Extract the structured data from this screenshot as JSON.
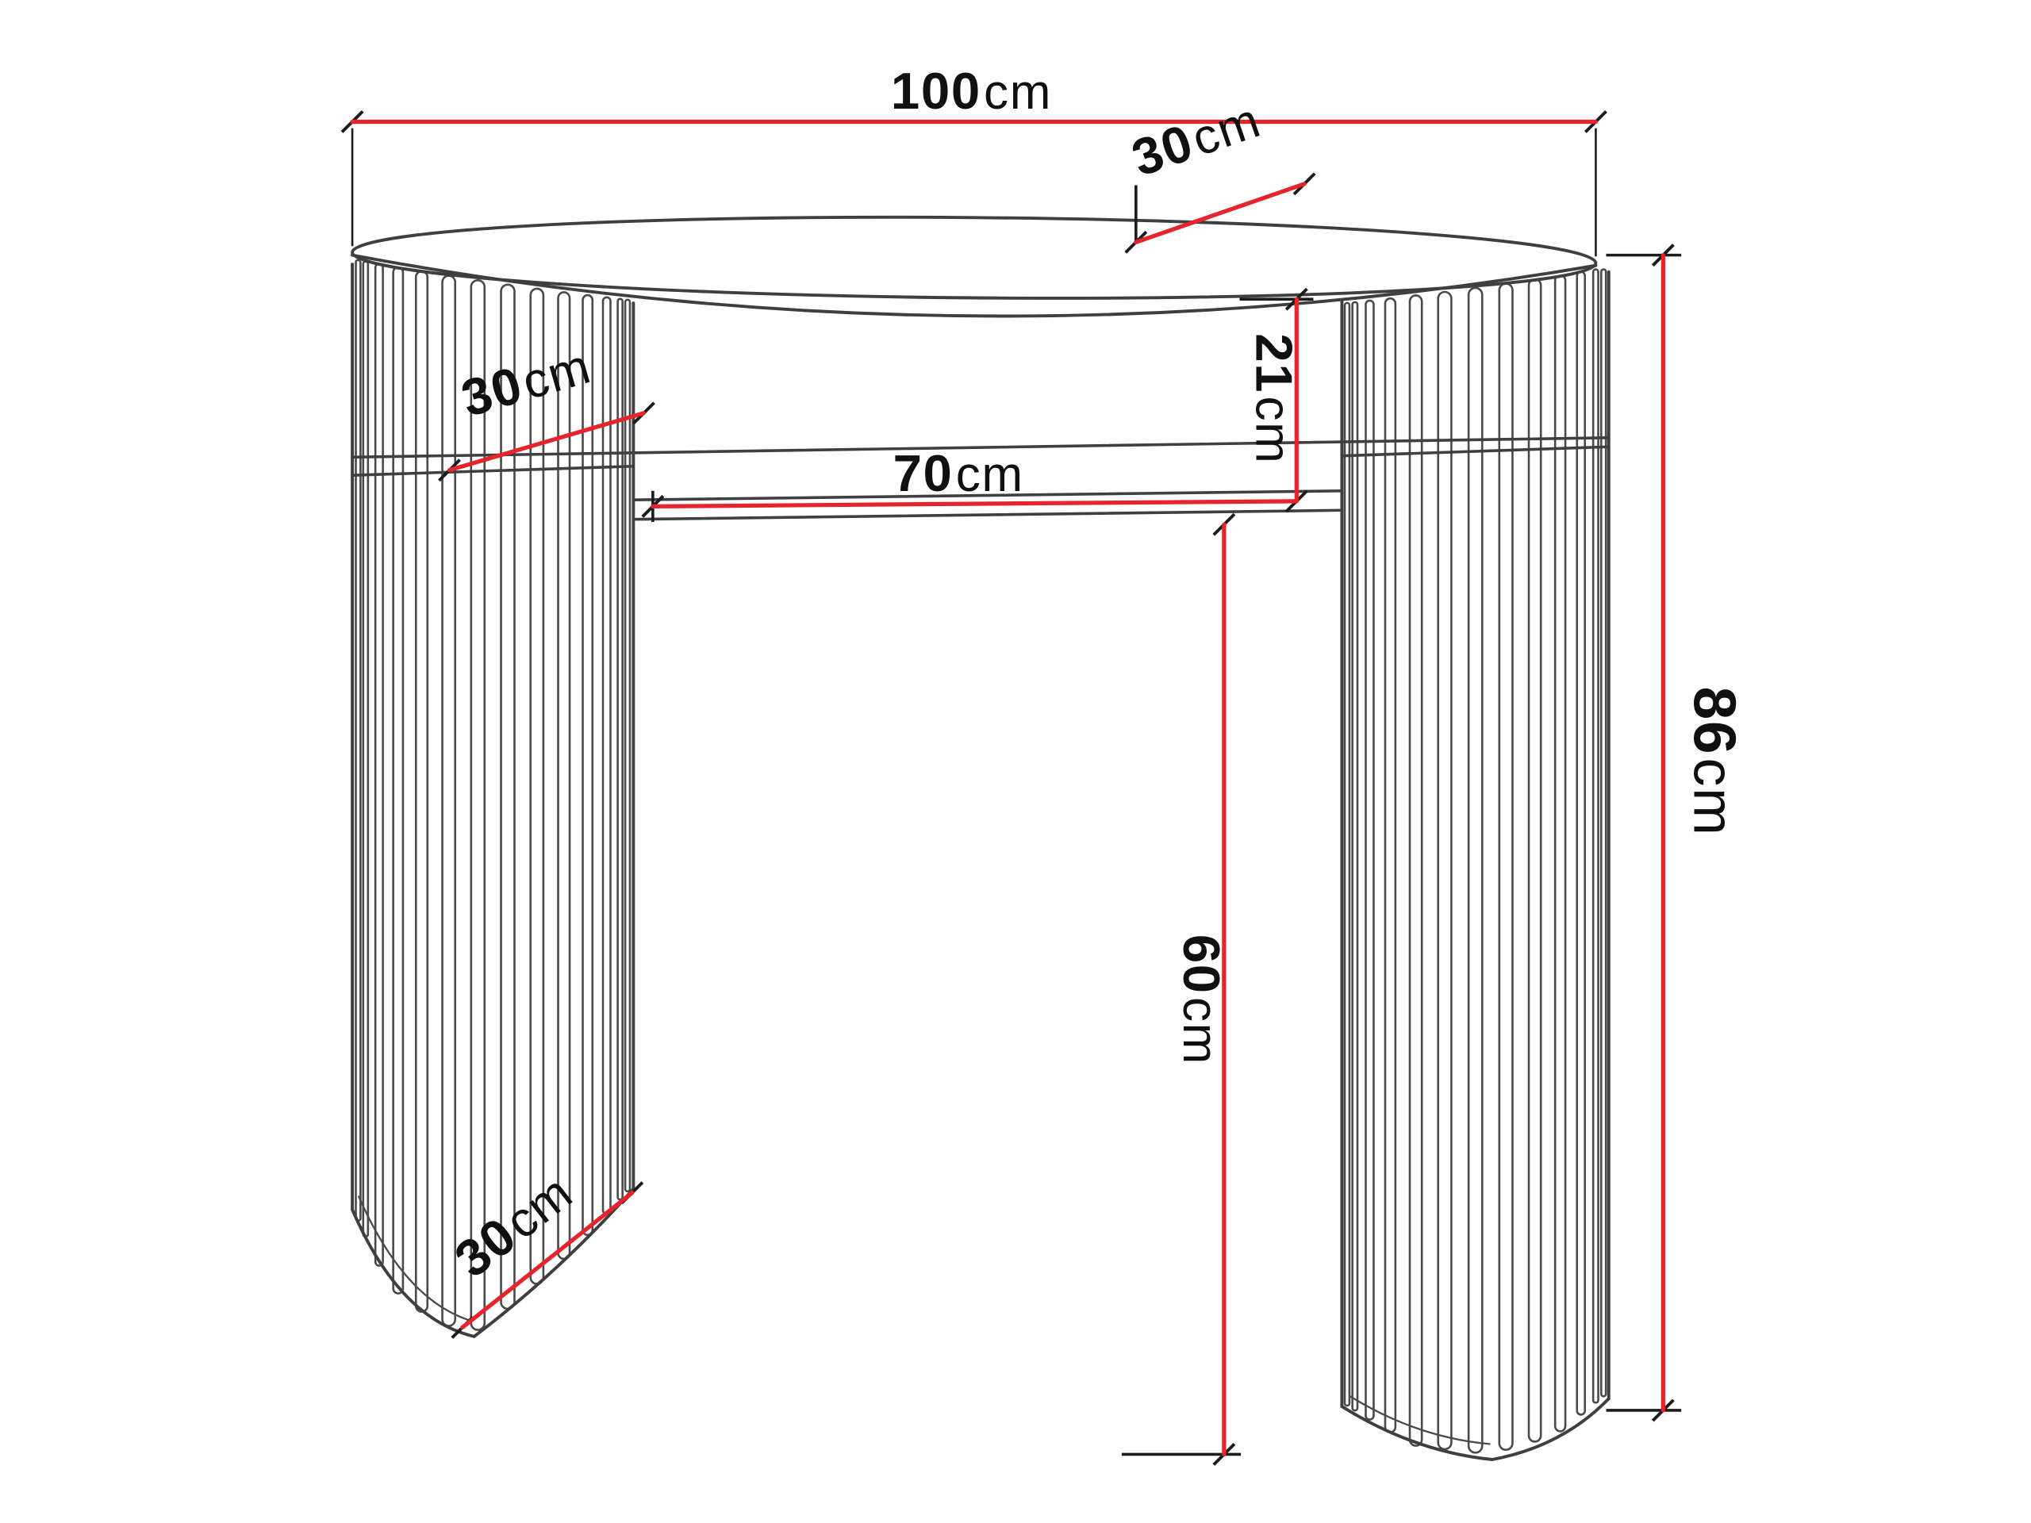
{
  "title": "Console table dimension diagram",
  "diagram": {
    "object": "slatted-leg-console-table",
    "colors": {
      "dimension_line": "#e7232b",
      "line_art": "#3f3f3f",
      "label_text": "#101010",
      "background": "#ffffff"
    },
    "dimensions": {
      "total_width": {
        "num": "100",
        "unit": "cm"
      },
      "top_depth": {
        "num": "30",
        "unit": "cm"
      },
      "shelf_depth": {
        "num": "30",
        "unit": "cm"
      },
      "shelf_width": {
        "num": "70",
        "unit": "cm"
      },
      "top_to_shelf_gap": {
        "num": "21",
        "unit": "cm"
      },
      "total_height": {
        "num": "86",
        "unit": "cm"
      },
      "under_shelf_clearance": {
        "num": "60",
        "unit": "cm"
      },
      "leg_depth": {
        "num": "30",
        "unit": "cm"
      }
    }
  }
}
